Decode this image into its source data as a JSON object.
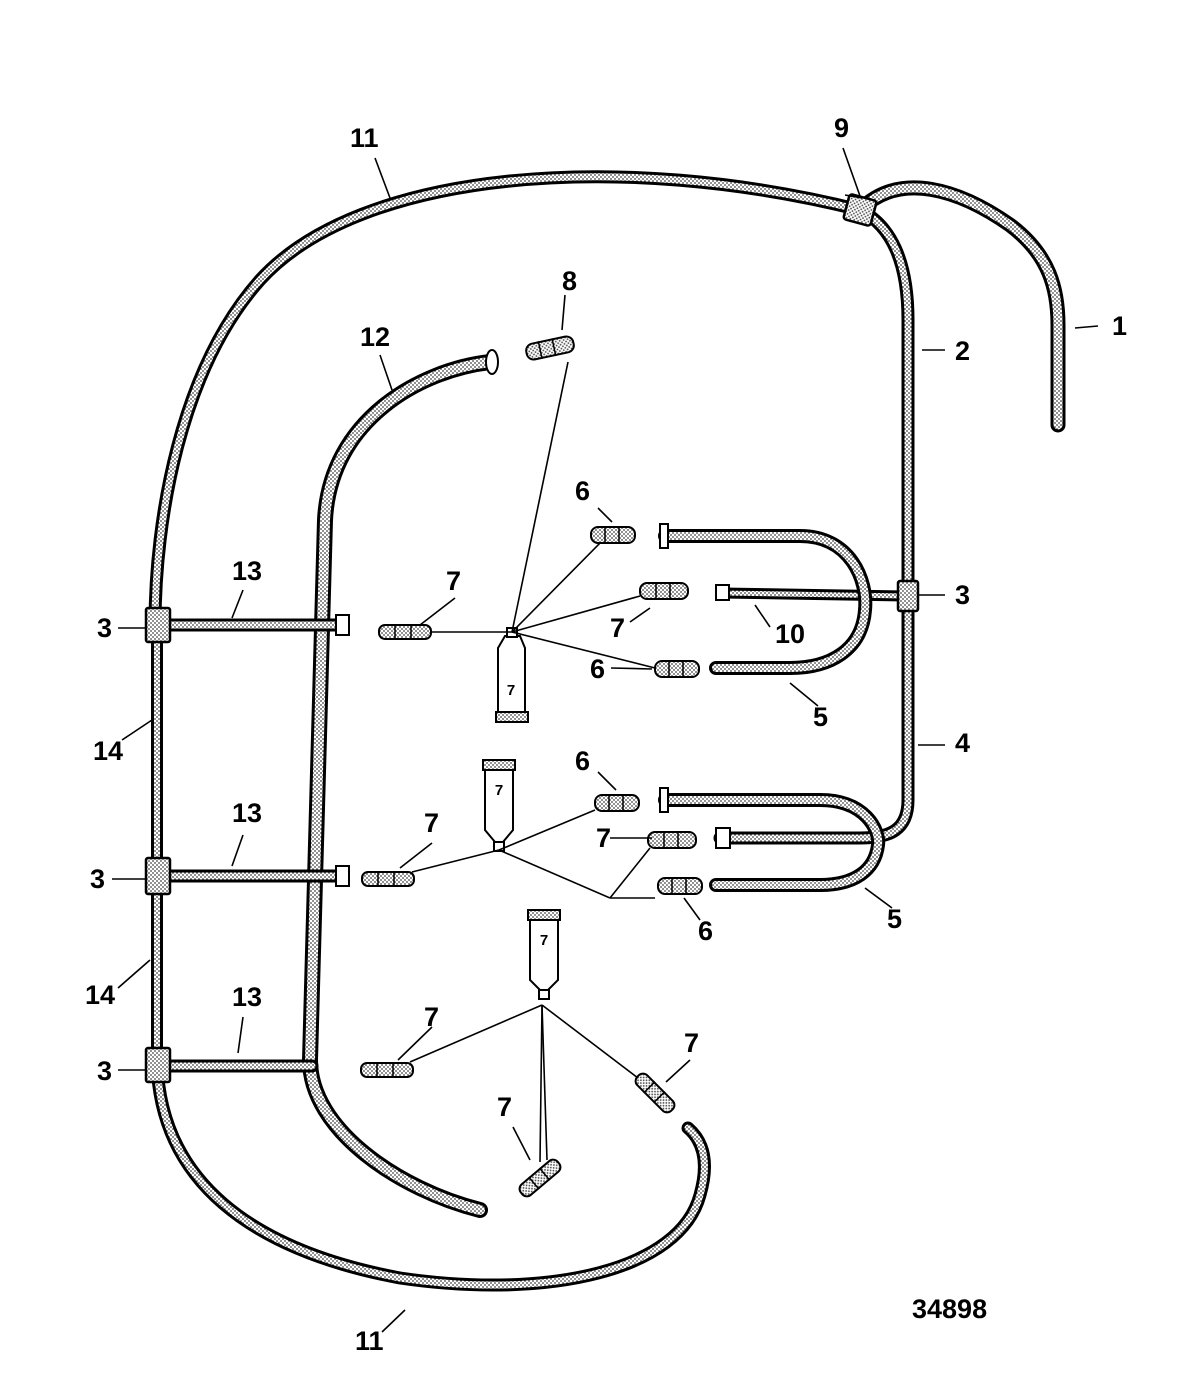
{
  "drawing_number": "34898",
  "callouts": {
    "c1": "1",
    "c2": "2",
    "c3a": "3",
    "c3b": "3",
    "c3c": "3",
    "c3d": "3",
    "c4": "4",
    "c5a": "5",
    "c5b": "5",
    "c6a": "6",
    "c6b": "6",
    "c6c": "6",
    "c6d": "6",
    "c7a": "7",
    "c7b": "7",
    "c7c": "7",
    "c7d": "7",
    "c7e": "7",
    "c7f": "7",
    "c7g": "7",
    "c8": "8",
    "c9": "9",
    "c10": "10",
    "c11a": "11",
    "c11b": "11",
    "c12": "12",
    "c13a": "13",
    "c13b": "13",
    "c13c": "13",
    "c14a": "14",
    "c14b": "14"
  },
  "tube_labels": {
    "t1": "7",
    "t2": "7",
    "t3": "7"
  }
}
